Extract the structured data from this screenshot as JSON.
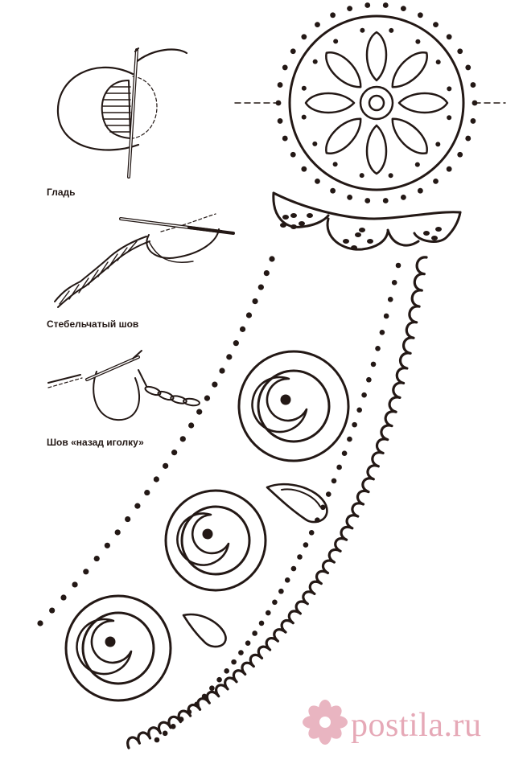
{
  "stitches": [
    {
      "id": "satin",
      "label": "Гладь"
    },
    {
      "id": "stem",
      "label": "Стебельчатый шов"
    },
    {
      "id": "backstitch",
      "label": "Шов «назад иголку»"
    }
  ],
  "watermark": {
    "text": "postila.ru",
    "color": "#e6a9b7"
  },
  "colors": {
    "ink": "#231815",
    "watermark": "#e6a9b7"
  }
}
